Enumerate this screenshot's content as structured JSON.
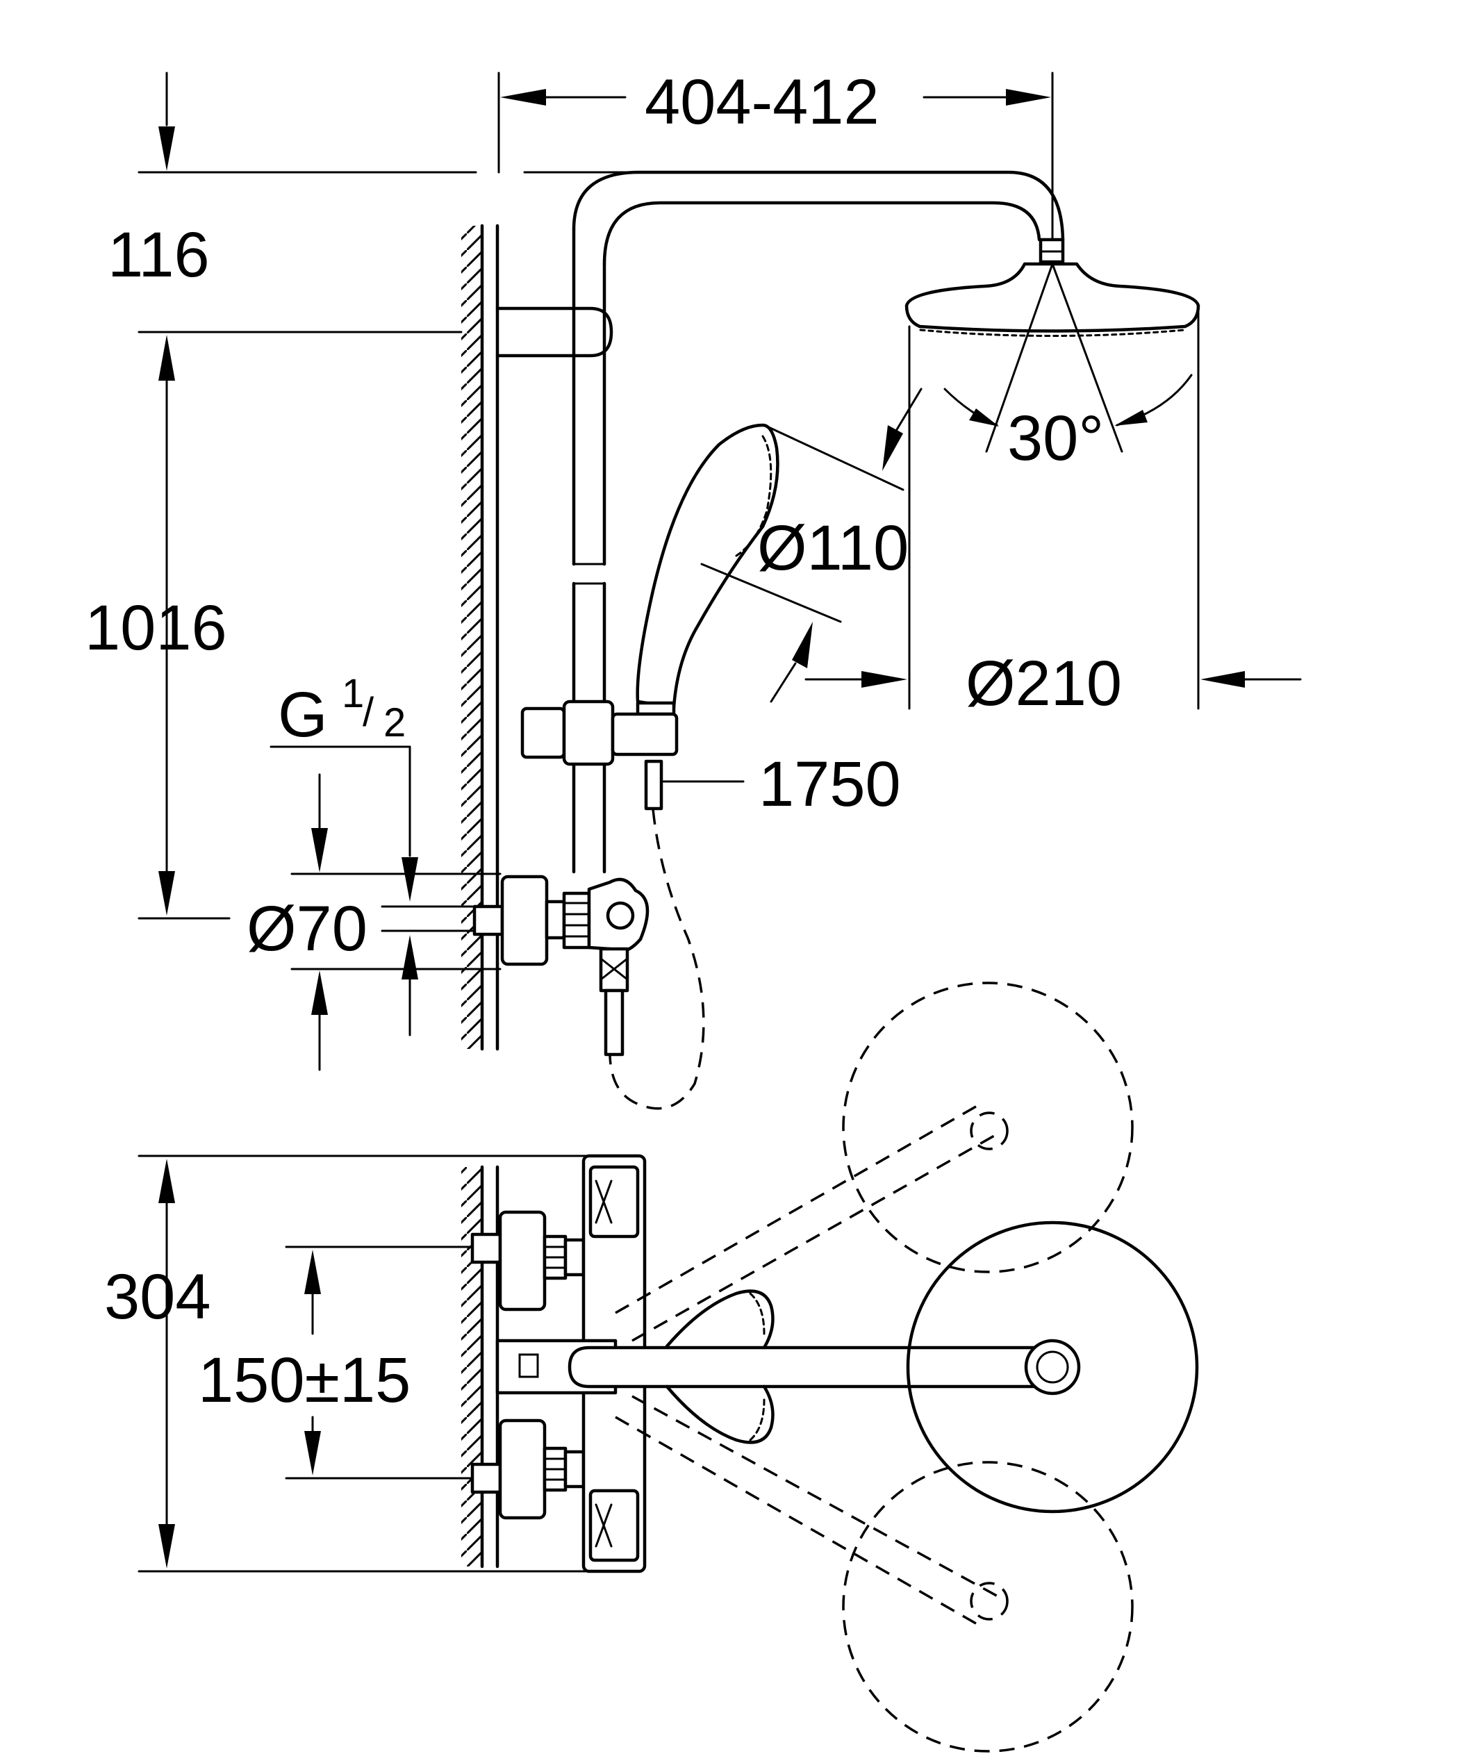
{
  "dimensions": {
    "top_width": "404-412",
    "top_offset": "116",
    "rail_height": "1016",
    "thread": {
      "base": "G",
      "num": "1",
      "den": "2"
    },
    "inlet_diameter": "Ø70",
    "hand_shower_diameter": "Ø110",
    "head_shower_diameter": "Ø210",
    "spray_angle": "30°",
    "hose_length": "1750",
    "mixer_height": "304",
    "inlet_spacing": "150±15"
  }
}
